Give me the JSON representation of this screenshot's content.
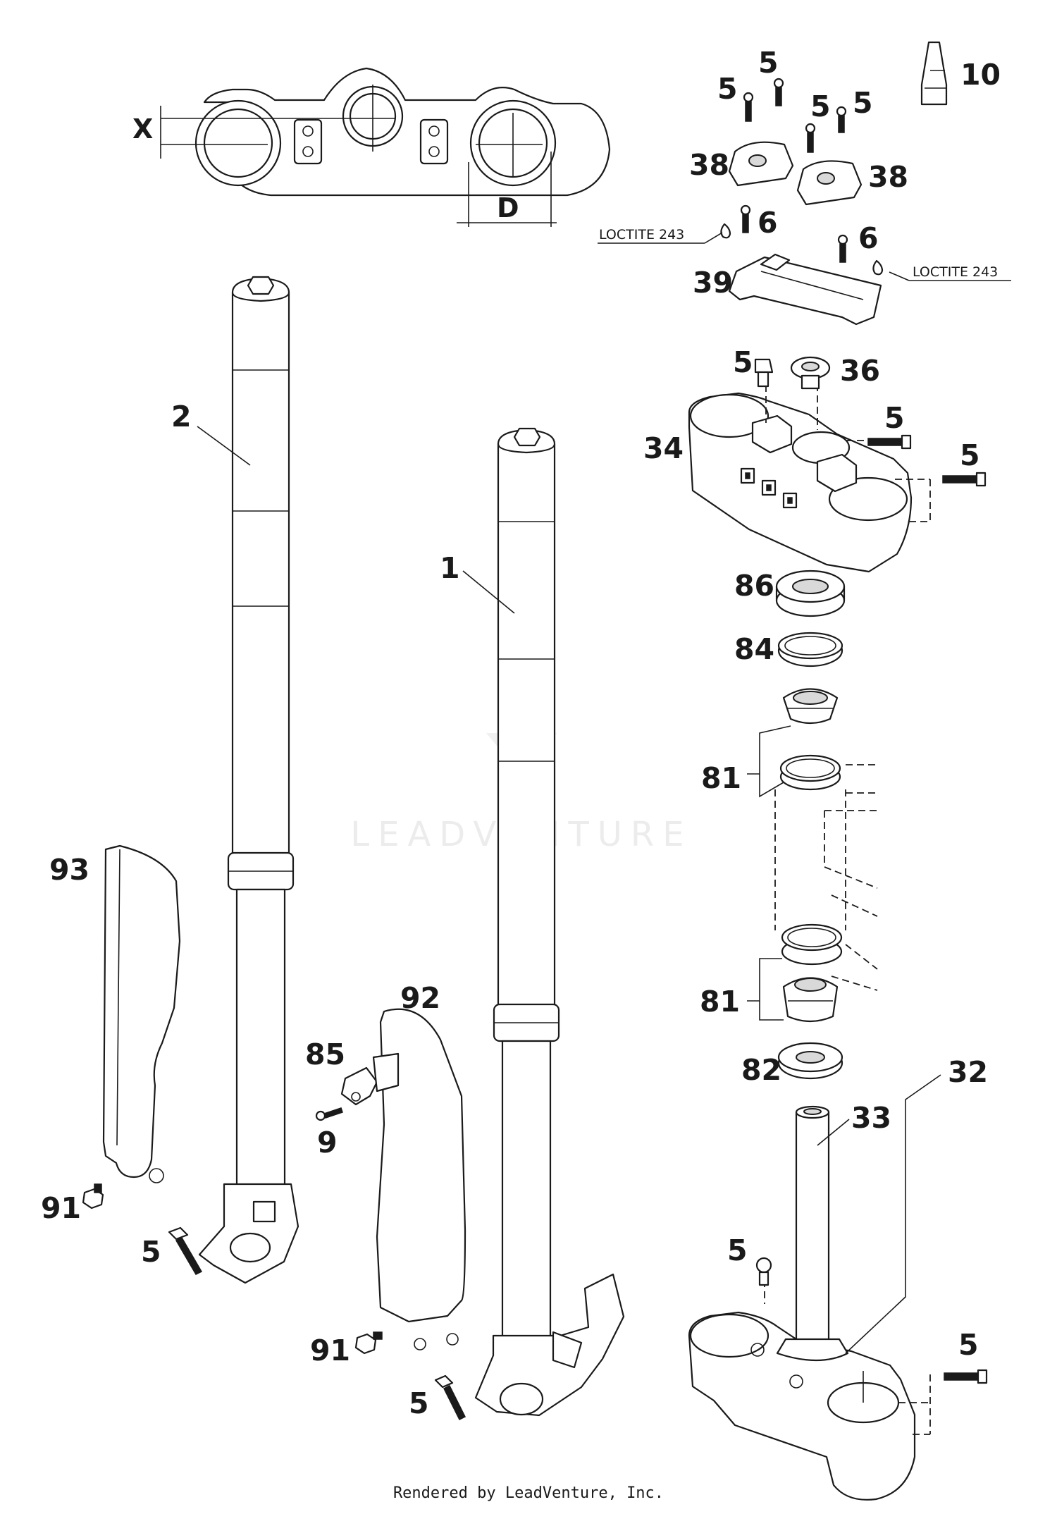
{
  "labels": {
    "l2": "2",
    "l1": "1",
    "l93": "93",
    "l92": "92",
    "l85": "85",
    "l9": "9",
    "l91a": "91",
    "l91b": "91",
    "l5_fork2": "5",
    "l5_fork1": "5",
    "l5_top_a": "5",
    "l5_top_b": "5",
    "l5_top_c": "5",
    "l5_top_d": "5",
    "l10": "10",
    "l38a": "38",
    "l38b": "38",
    "l6a": "6",
    "l6b": "6",
    "l39": "39",
    "l5_clamp_top": "5",
    "l36": "36",
    "l34": "34",
    "l5_clamp_side1": "5",
    "l5_clamp_side2": "5",
    "l86": "86",
    "l84": "84",
    "l81a": "81",
    "l81b": "81",
    "l82": "82",
    "l32": "32",
    "l33": "33",
    "l5_lower_top": "5",
    "l5_lower_side": "5"
  },
  "dimensions": {
    "x": "X",
    "d": "D"
  },
  "notes": {
    "loctite_left": "LOCTITE 243",
    "loctite_right": "LOCTITE 243"
  },
  "watermark": "LEADVENTURE",
  "footer": "Rendered by LeadVenture, Inc."
}
